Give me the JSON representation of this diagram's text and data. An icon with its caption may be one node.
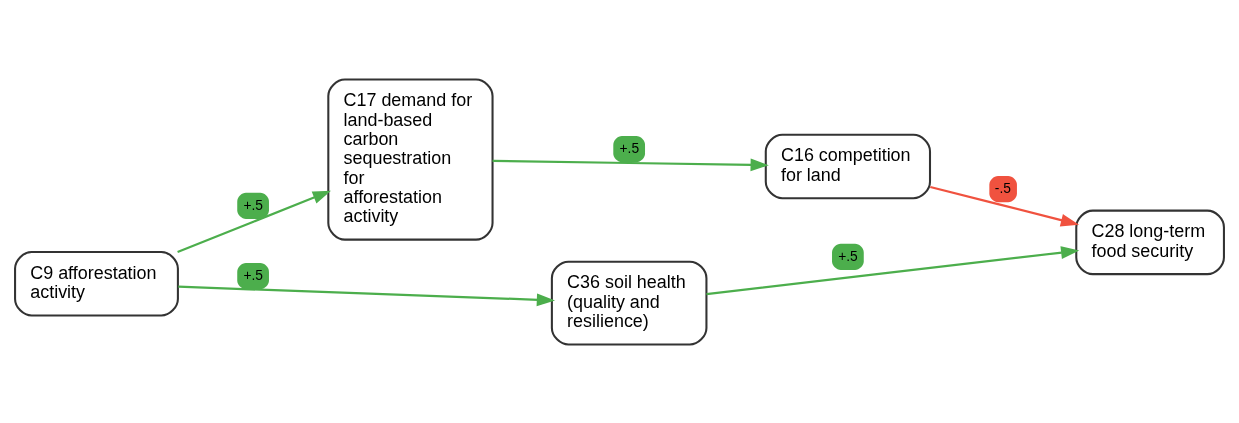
{
  "diagram": {
    "nodes": [
      {
        "text": [
          "C9 afforestation activity"
        ]
      },
      {
        "text": [
          "C17 demand for land-based carbon sequestration for afforestation activity"
        ]
      },
      {
        "text": [
          "C16 competition for land"
        ]
      },
      {
        "text": [
          "C28 long-term food security"
        ]
      },
      {
        "text": [
          "C36 soil health (quality and resilience)"
        ]
      }
    ],
    "edges": [
      {
        "from": 0,
        "to": 1,
        "arrow": "to",
        "label": "+.5"
      },
      {
        "from": 1,
        "to": 2,
        "arrow": "to",
        "label": "+.5"
      },
      {
        "from": 2,
        "to": 3,
        "arrow": "to",
        "label": "-.5",
        "color": "#f0523f"
      },
      {
        "from": 0,
        "to": 4,
        "arrow": "to",
        "label": "+.5"
      },
      {
        "from": 4,
        "to": 3,
        "arrow": "to",
        "label": "+.5"
      }
    ]
  }
}
